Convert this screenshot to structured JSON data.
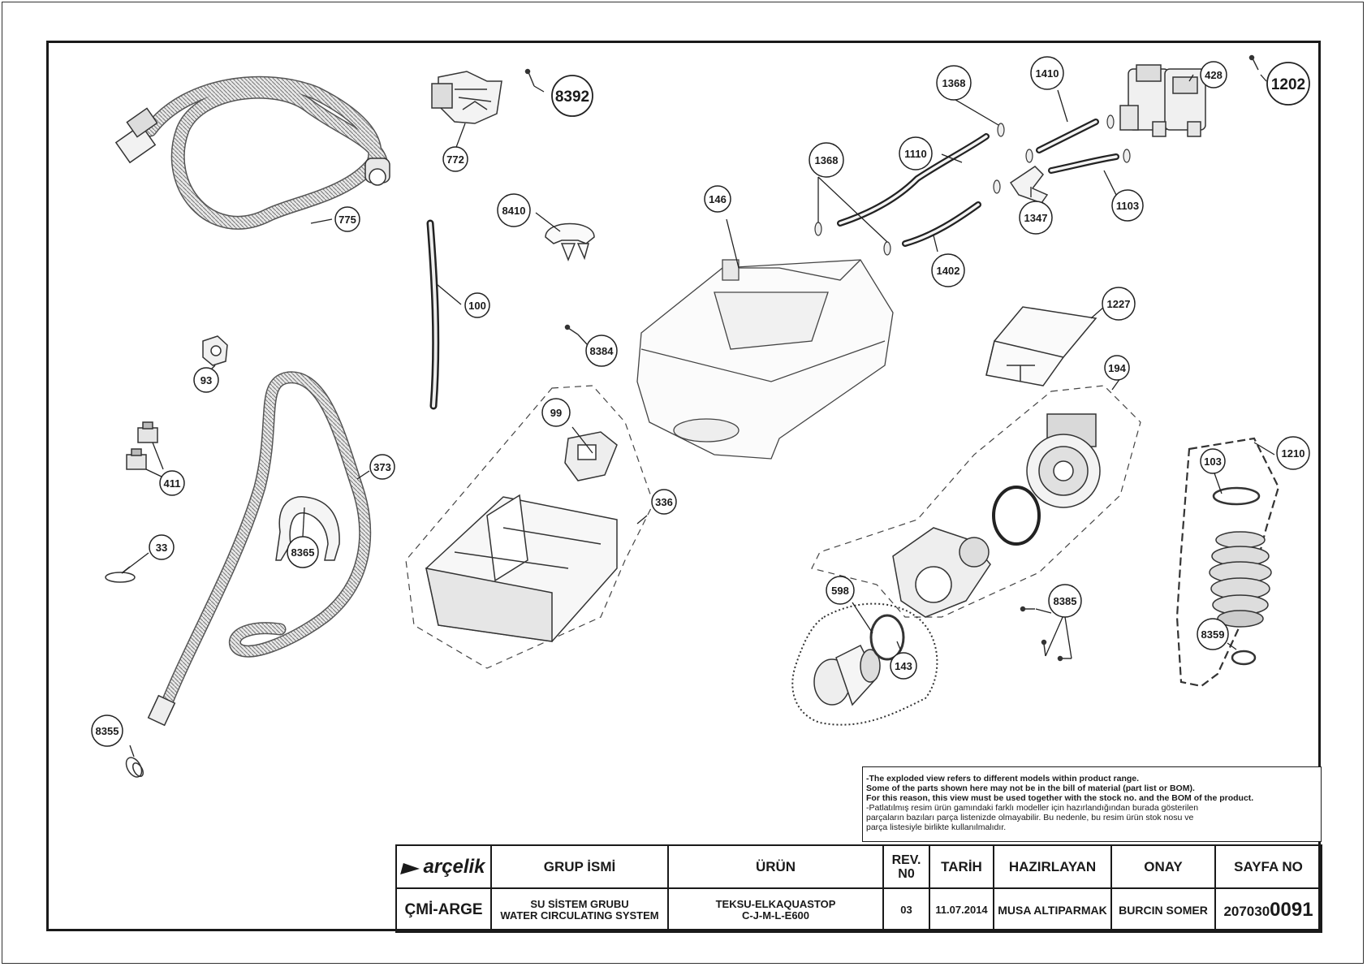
{
  "callouts": [
    {
      "label": "775",
      "small": true
    },
    {
      "label": "772",
      "small": true
    },
    {
      "label": "8392",
      "small": false
    },
    {
      "label": "8410",
      "small": true
    },
    {
      "label": "100",
      "small": true
    },
    {
      "label": "8384",
      "small": true
    },
    {
      "label": "93",
      "small": true
    },
    {
      "label": "411",
      "small": true
    },
    {
      "label": "373",
      "small": true
    },
    {
      "label": "8365",
      "small": true
    },
    {
      "label": "33",
      "small": true
    },
    {
      "label": "8355",
      "small": true
    },
    {
      "label": "99",
      "small": true
    },
    {
      "label": "336",
      "small": true
    },
    {
      "label": "146",
      "small": true
    },
    {
      "label": "1368",
      "small": true
    },
    {
      "label": "1368",
      "small": true
    },
    {
      "label": "1110",
      "small": true
    },
    {
      "label": "1410",
      "small": true
    },
    {
      "label": "428",
      "small": true
    },
    {
      "label": "1202",
      "small": false
    },
    {
      "label": "1347",
      "small": true
    },
    {
      "label": "1103",
      "small": true
    },
    {
      "label": "1402",
      "small": true
    },
    {
      "label": "1227",
      "small": true
    },
    {
      "label": "194",
      "small": true
    },
    {
      "label": "1210",
      "small": true
    },
    {
      "label": "103",
      "small": true
    },
    {
      "label": "8359",
      "small": true
    },
    {
      "label": "598",
      "small": true
    },
    {
      "label": "143",
      "small": true
    },
    {
      "label": "8385",
      "small": true
    }
  ],
  "notes": [
    "-The exploded view refers to different models within product range.",
    " Some of the parts shown here may not be in the bill of material (part list or BOM).",
    " For this reason, this view must be used together with the stock no. and the BOM of the product.",
    "-Patlatılmış resim ürün gamındaki farklı modeller için hazırlandığından burada gösterilen",
    " parçaların bazıları parça listenizde olmayabilir. Bu nedenle, bu resim ürün stok nosu ve",
    " parça listesiyle birlikte kullanılmalıdır."
  ],
  "title_block": {
    "logo": "arçelik",
    "headers": {
      "grup_ismi": "GRUP İSMİ",
      "urun": "ÜRÜN",
      "rev_line1": "REV.",
      "rev_line2": "N0",
      "tarih": "TARİH",
      "hazirlayan": "HAZIRLAYAN",
      "onay": "ONAY",
      "sayfa_no": "SAYFA NO"
    },
    "values": {
      "department": "ÇMİ-ARGE",
      "group_tr": "SU SİSTEM GRUBU",
      "group_en": "WATER CIRCULATING SYSTEM",
      "product_line1": "TEKSU-ELKAQUASTOP",
      "product_line2": "C-J-M-L-E600",
      "rev": "03",
      "date": "11.07.2014",
      "prepared_by": "MUSA ALTIPARMAK",
      "approved_by": "BURCIN SOMER",
      "page_prefix": "207030",
      "page_suffix": "0091"
    }
  }
}
